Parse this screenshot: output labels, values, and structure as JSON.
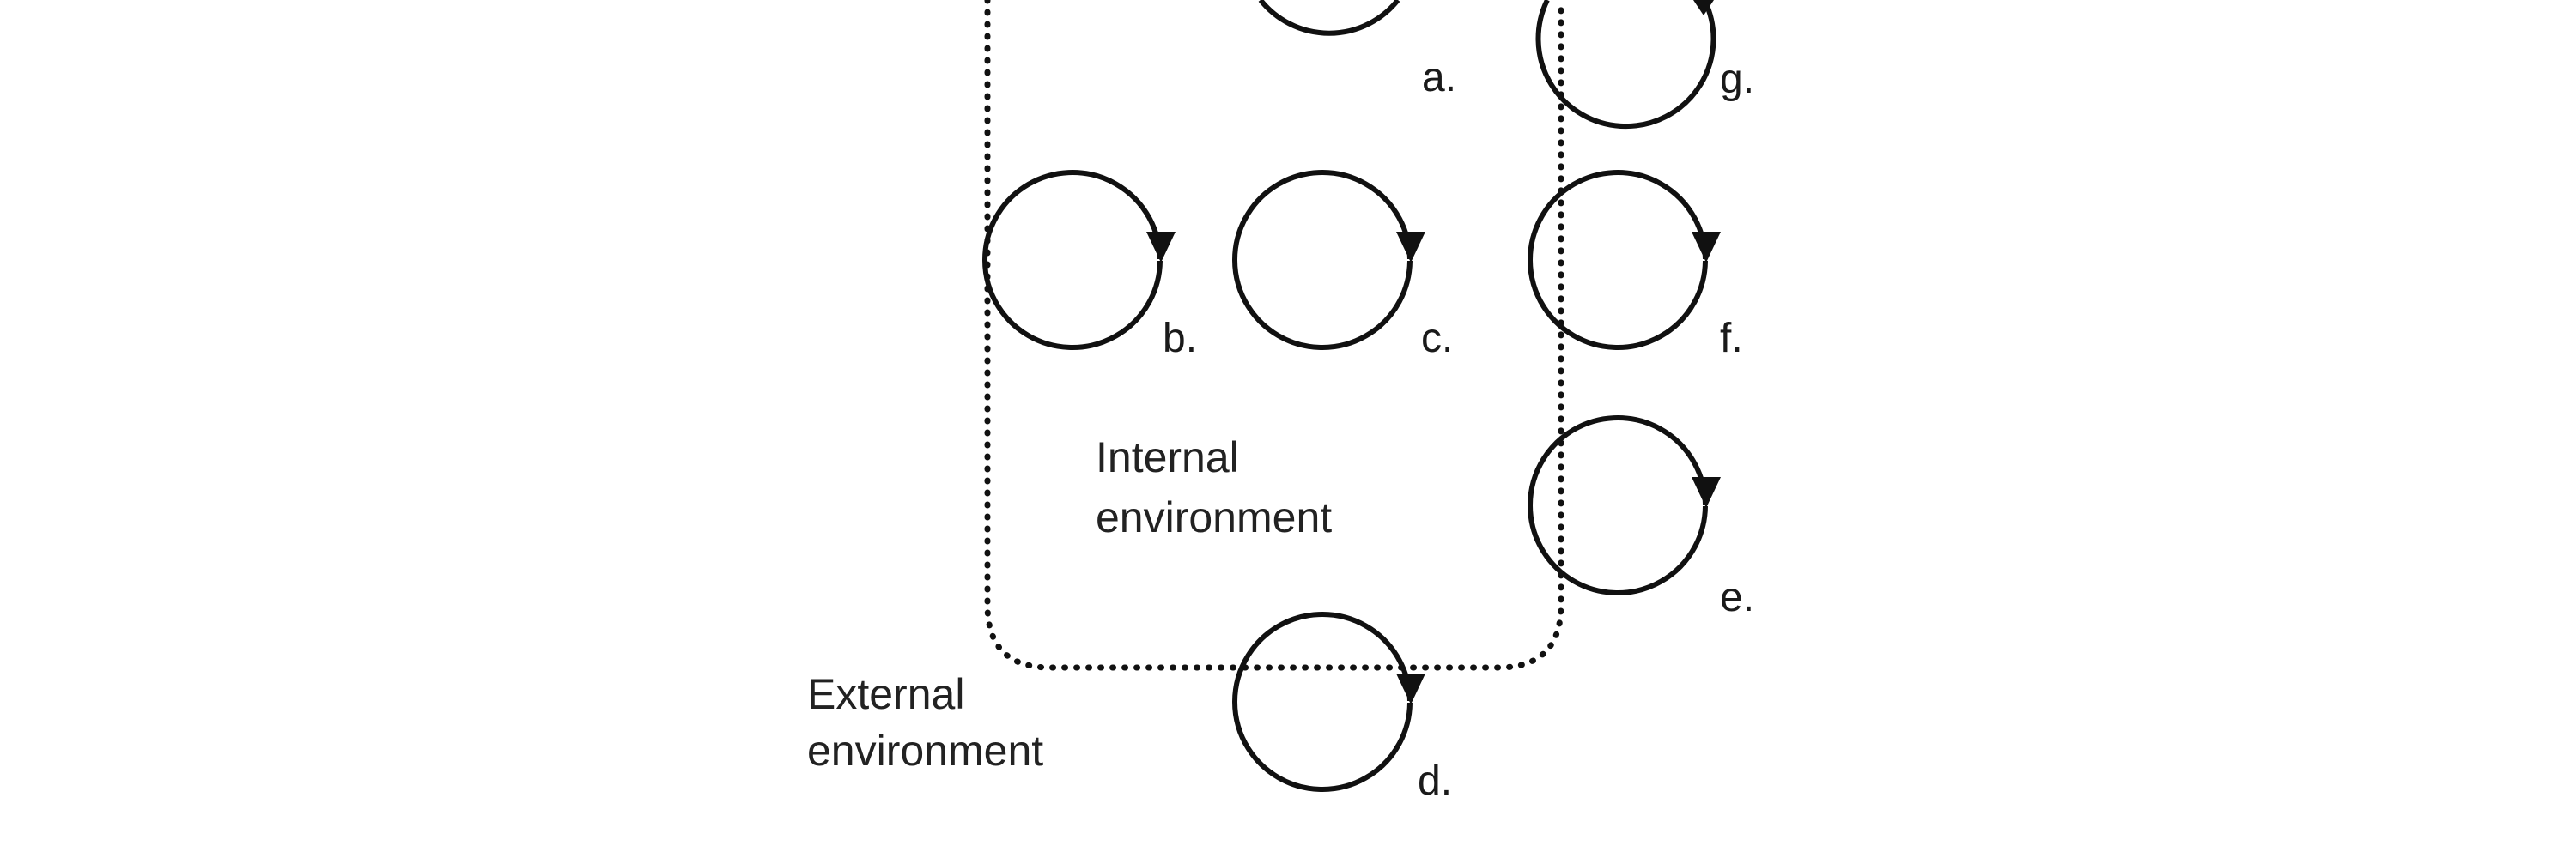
{
  "diagram": {
    "internal_label": {
      "line1": "Internal",
      "line2": "environment"
    },
    "external_label": {
      "line1": "External",
      "line2": "environment"
    },
    "loops": [
      {
        "id": "a",
        "label": "a."
      },
      {
        "id": "b",
        "label": "b."
      },
      {
        "id": "c",
        "label": "c."
      },
      {
        "id": "d",
        "label": "d."
      },
      {
        "id": "e",
        "label": "e."
      },
      {
        "id": "f",
        "label": "f."
      },
      {
        "id": "g",
        "label": "g."
      }
    ]
  }
}
